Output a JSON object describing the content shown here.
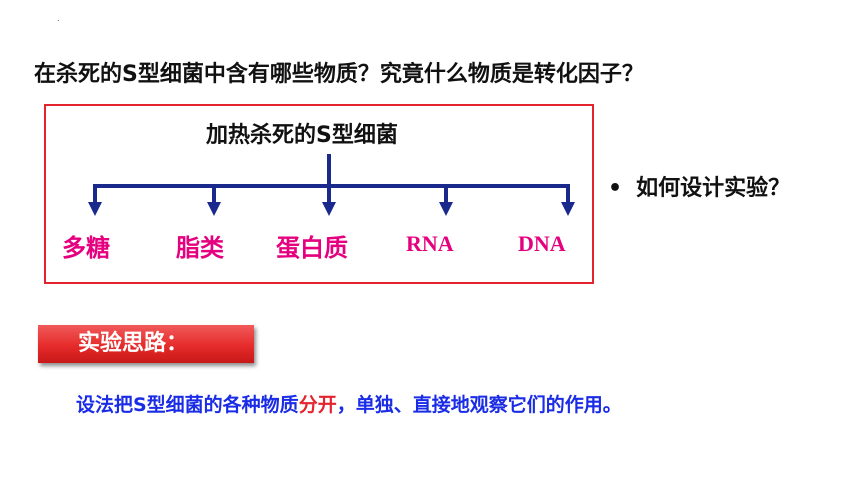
{
  "top_mark": ".",
  "question": "在杀死的S型细菌中含有哪些物质？究竟什么物质是转化因子？",
  "diagram": {
    "root": "加热杀死的S型细菌",
    "children": [
      "多糖",
      "脂类",
      "蛋白质",
      "RNA",
      "DNA"
    ]
  },
  "bullet": {
    "mark": "•",
    "text": "如何设计实验？"
  },
  "banner": "实验思路：",
  "summary": {
    "part1": "设法把S型细菌的各种物质",
    "highlight": "分开",
    "part2": "，单独、直接地观察它们的作用。"
  },
  "colors": {
    "frame": "#e3232e",
    "connector": "#1a2a8c",
    "items": "#e4007e",
    "summary": "#1a2ce6",
    "highlight": "#e3232e"
  }
}
